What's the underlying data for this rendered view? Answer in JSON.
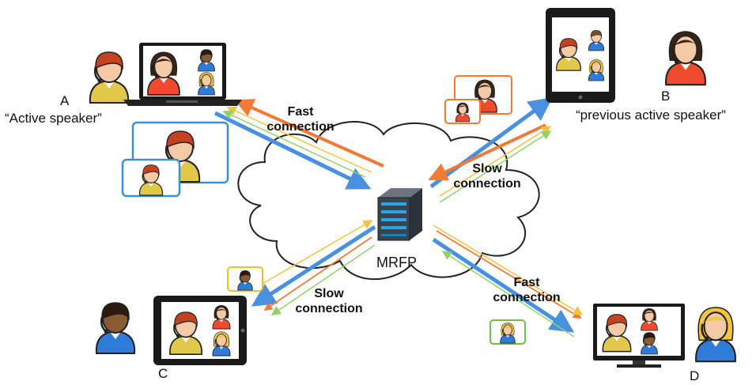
{
  "diagram": {
    "server_label": "MRFP",
    "endpoints": {
      "A": {
        "letter": "A",
        "caption": "“Active speaker”",
        "device": "laptop",
        "speaker_color": "#e8c94a",
        "face": "light"
      },
      "B": {
        "letter": "B",
        "caption": "“previous active speaker”",
        "device": "tablet",
        "speaker_color": "#f04a2e",
        "face": "light"
      },
      "C": {
        "letter": "C",
        "caption": "",
        "device": "tablet",
        "speaker_color": "#2f7bd8",
        "face": "dark"
      },
      "D": {
        "letter": "D",
        "caption": "",
        "device": "monitor",
        "speaker_color": "#2f7bd8",
        "face": "light"
      }
    },
    "links": {
      "A": {
        "line1": "Fast",
        "line2": "connection"
      },
      "B": {
        "line1": "Slow",
        "line2": "connection"
      },
      "C": {
        "line1": "Slow",
        "line2": "connection"
      },
      "D": {
        "line1": "Fast",
        "line2": "connection"
      }
    },
    "stream_colors": {
      "active": "#f07a36",
      "previous": "#4a90e0",
      "c_stream": "#f6c23c",
      "d_stream": "#8ed36a"
    },
    "box_colors": {
      "A": "#3a8fd6",
      "B": "#f07a36",
      "C": "#f0c020",
      "D": "#6dbf4a"
    }
  }
}
